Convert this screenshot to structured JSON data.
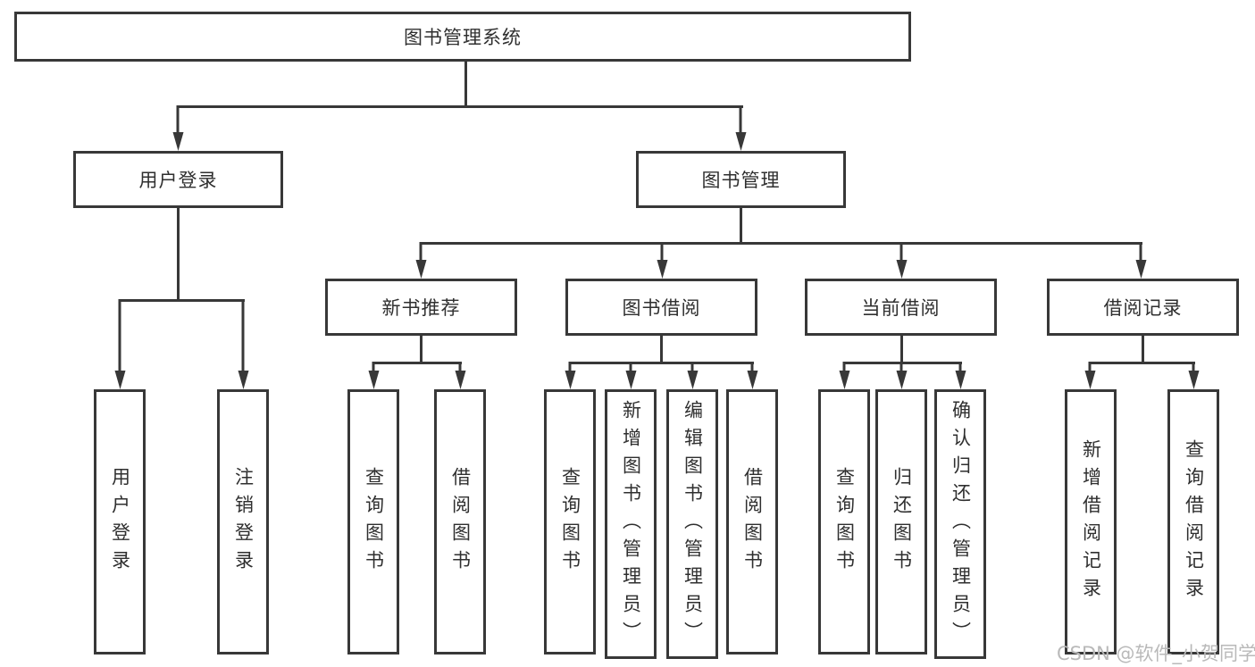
{
  "tree": {
    "label": "图书管理系统",
    "children": [
      {
        "label": "用户登录",
        "children": [
          {
            "label": "用户登录"
          },
          {
            "label": "注销登录"
          }
        ]
      },
      {
        "label": "图书管理",
        "children": [
          {
            "label": "新书推荐",
            "children": [
              {
                "label": "查询图书"
              },
              {
                "label": "借阅图书"
              }
            ]
          },
          {
            "label": "图书借阅",
            "children": [
              {
                "label": "查询图书"
              },
              {
                "label": "新增图书（管理员）"
              },
              {
                "label": "编辑图书（管理员）"
              },
              {
                "label": "借阅图书"
              }
            ]
          },
          {
            "label": "当前借阅",
            "children": [
              {
                "label": "查询图书"
              },
              {
                "label": "归还图书"
              },
              {
                "label": "确认归还（管理员）"
              }
            ]
          },
          {
            "label": "借阅记录",
            "children": [
              {
                "label": "新增借阅记录"
              },
              {
                "label": "查询借阅记录"
              }
            ]
          }
        ]
      }
    ]
  },
  "watermark": {
    "text": "CSDN @软件_小贺同学"
  },
  "colors": {
    "line": "#383838",
    "text": "#2f2f2f",
    "box_background": "#ffffff",
    "watermark": "#b9b9b9"
  }
}
